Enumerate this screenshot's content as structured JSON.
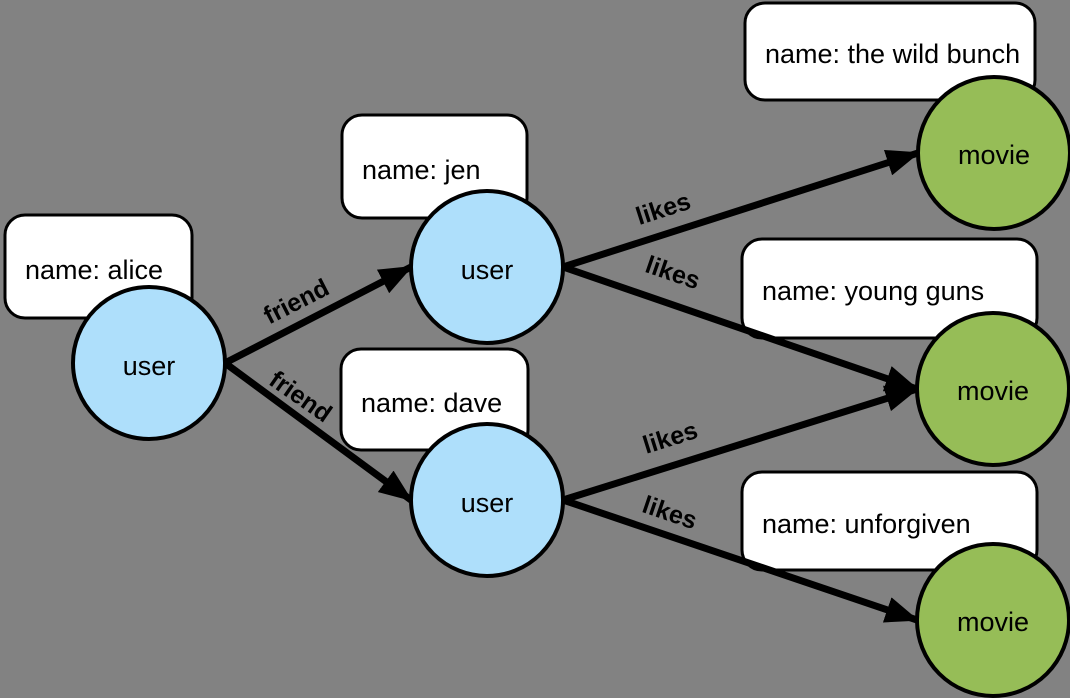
{
  "diagram": {
    "background_color": "#828282",
    "colors": {
      "user_node_fill": "#AEDFFB",
      "movie_node_fill": "#96BD57",
      "property_box_fill": "#FFFFFF",
      "edge_color": "#000000",
      "text_color": "#000000"
    },
    "nodes": {
      "alice": {
        "label": "user",
        "property": "name: alice"
      },
      "jen": {
        "label": "user",
        "property": "name: jen"
      },
      "dave": {
        "label": "user",
        "property": "name: dave"
      },
      "wild_bunch": {
        "label": "movie",
        "property": "name: the wild bunch"
      },
      "young_guns": {
        "label": "movie",
        "property": "name: young guns"
      },
      "unforgiven": {
        "label": "movie",
        "property": "name: unforgiven"
      }
    },
    "edges": {
      "alice_jen": {
        "label": "friend"
      },
      "alice_dave": {
        "label": "friend"
      },
      "jen_wild_bunch": {
        "label": "likes"
      },
      "jen_young_guns": {
        "label": "likes"
      },
      "dave_young_guns": {
        "label": "likes"
      },
      "dave_unforgiven": {
        "label": "likes"
      }
    }
  }
}
